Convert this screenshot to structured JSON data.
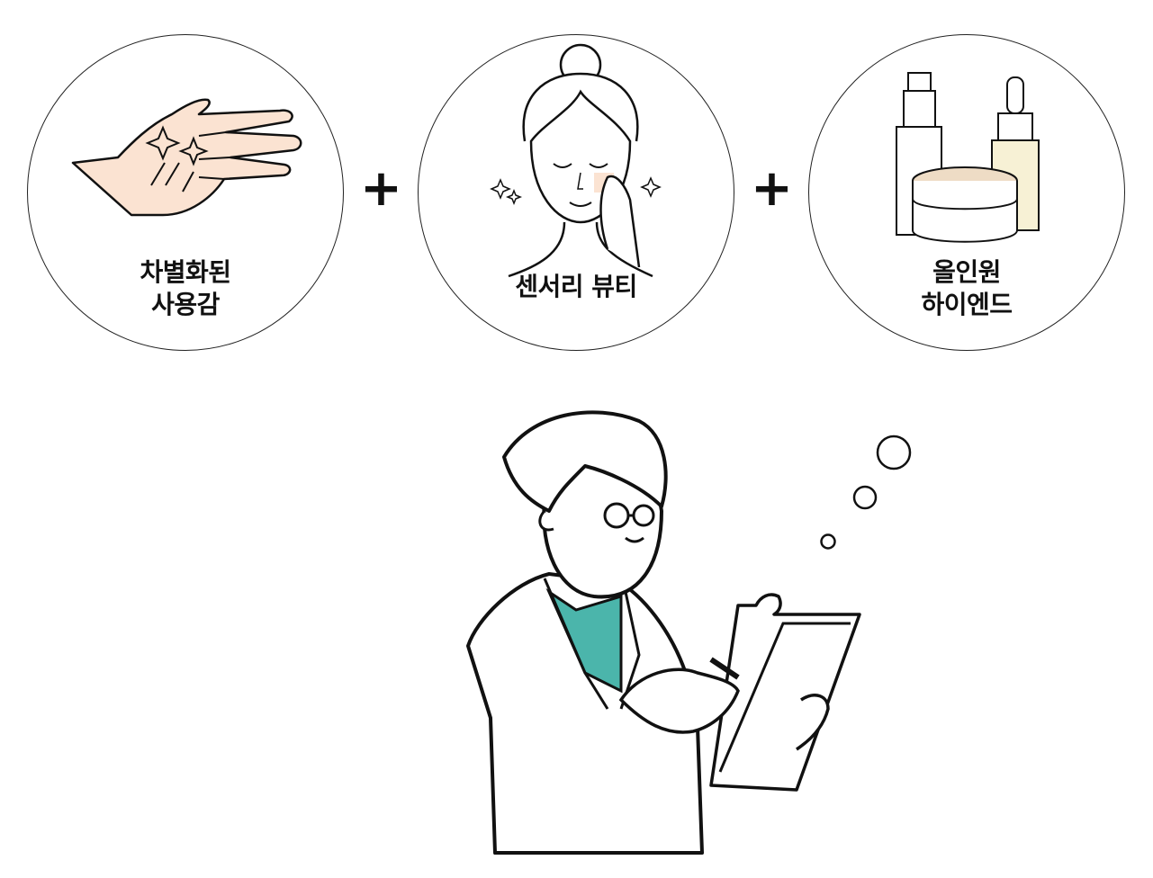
{
  "features": [
    {
      "lines": [
        "차별화된",
        "사용감"
      ],
      "icon": "hand-icon"
    },
    {
      "lines": [
        "센서리 뷰티"
      ],
      "icon": "woman-face-icon"
    },
    {
      "lines": [
        "올인원",
        "하이엔드"
      ],
      "icon": "cosmetics-icon"
    }
  ],
  "plus_symbol": "+",
  "colors": {
    "skin": "#fbe3d2",
    "shirt": "#4bb5ab",
    "cream": "#eedcc5",
    "serum": "#f7f1d5"
  },
  "illustration": "researcher-icon"
}
